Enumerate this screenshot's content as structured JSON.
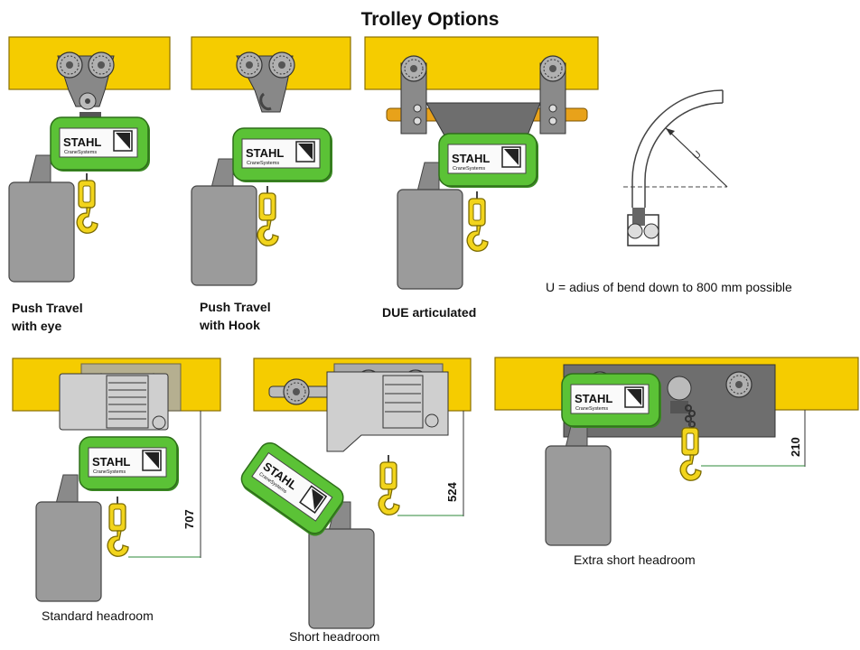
{
  "title": "Trolley Options",
  "labels": {
    "push_eye_1": "Push Travel",
    "push_eye_2": "with eye",
    "push_hook_1": "Push Travel",
    "push_hook_2": "with Hook",
    "due": "DUE articulated",
    "bend_note": "U = adius of bend down to 800 mm possible",
    "standard": "Standard headroom",
    "short": "Short headroom",
    "extra_short": "Extra short headroom"
  },
  "brand": {
    "name": "STAHL",
    "sub": "CraneSystems"
  },
  "bend_symbol": "U",
  "dimensions": {
    "standard": "707",
    "short": "524",
    "extra_short": "210"
  },
  "colors": {
    "beam": "#f5cc00",
    "body": "#5bc236",
    "hook": "#f2d41c",
    "gray": "#9b9b9b",
    "dark": "#6e6e6e"
  }
}
